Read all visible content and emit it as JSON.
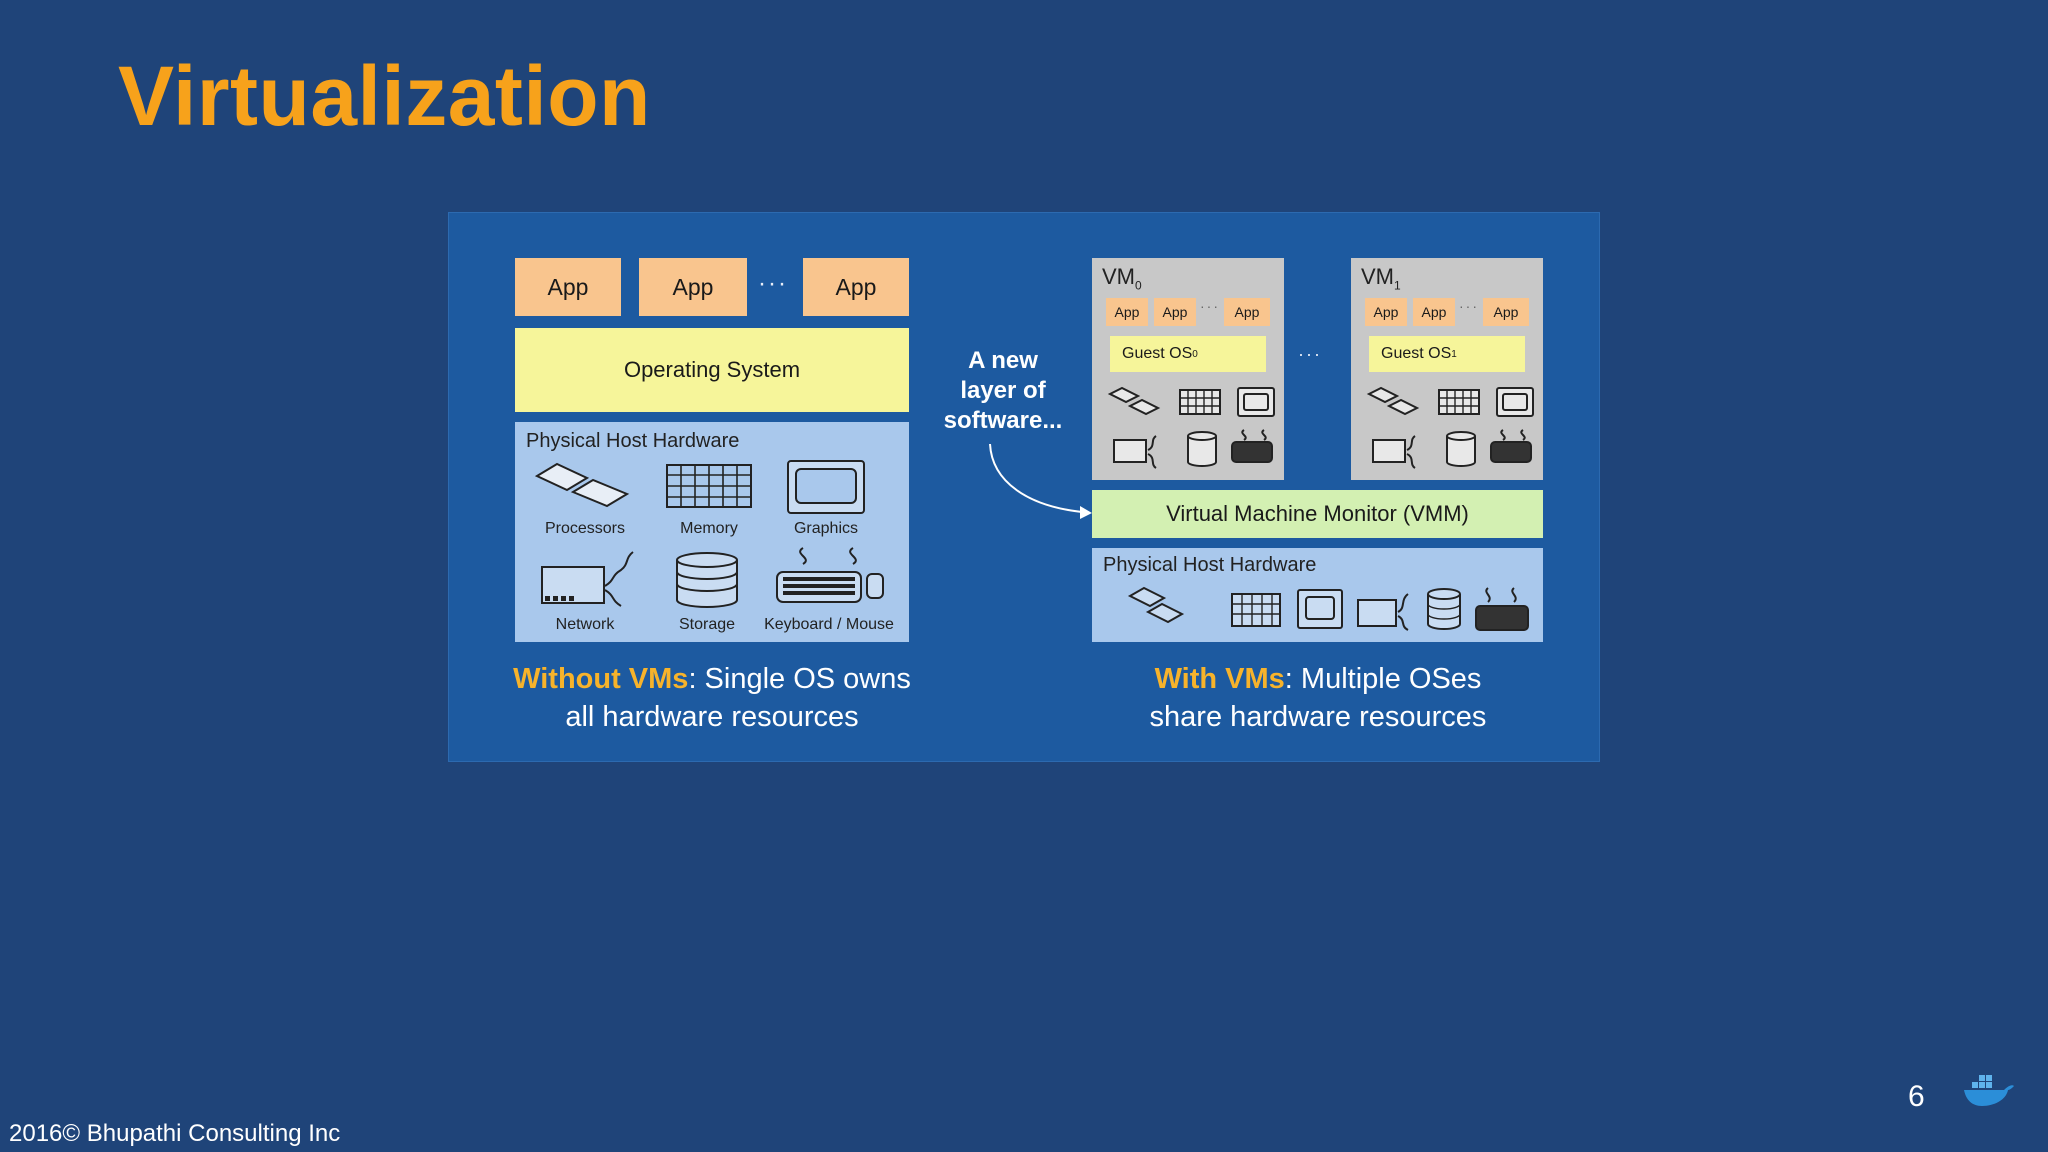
{
  "slide": {
    "title": "Virtualization",
    "page_number": "6",
    "copyright": "2016© Bhupathi Consulting Inc"
  },
  "left": {
    "apps": [
      "App",
      "App",
      "App"
    ],
    "dots": "···",
    "os": "Operating System",
    "hardware_title": "Physical Host Hardware",
    "icons": [
      "Processors",
      "Memory",
      "Graphics",
      "Network",
      "Storage",
      "Keyboard / Mouse"
    ],
    "caption_highlight": "Without VMs",
    "caption_line1": ": Single OS owns",
    "caption_line2": "all hardware resources"
  },
  "annotation": {
    "line1": "A new",
    "line2": "layer of",
    "line3": "software..."
  },
  "right": {
    "vms": [
      {
        "name": "VM",
        "sub": "0",
        "apps": [
          "App",
          "App",
          "App"
        ],
        "guest": "Guest OS",
        "guest_sub": "0"
      },
      {
        "name": "VM",
        "sub": "1",
        "apps": [
          "App",
          "App",
          "App"
        ],
        "guest": "Guest OS",
        "guest_sub": "1"
      }
    ],
    "vm_dots": "···",
    "small_dots": "···",
    "vmm": "Virtual Machine Monitor (VMM)",
    "hardware_title": "Physical Host Hardware",
    "caption_highlight": "With VMs",
    "caption_line1": ": Multiple OSes",
    "caption_line2": "share hardware resources"
  },
  "colors": {
    "background": "#1f4479",
    "title": "#f7a21b",
    "figure_bg": "#1d5aa0",
    "app": "#f9c58e",
    "os": "#f6f59a",
    "hardware": "#a9c8ec",
    "vm": "#c8c8c8",
    "vmm": "#d3f0b2",
    "highlight": "#f7b32b"
  }
}
